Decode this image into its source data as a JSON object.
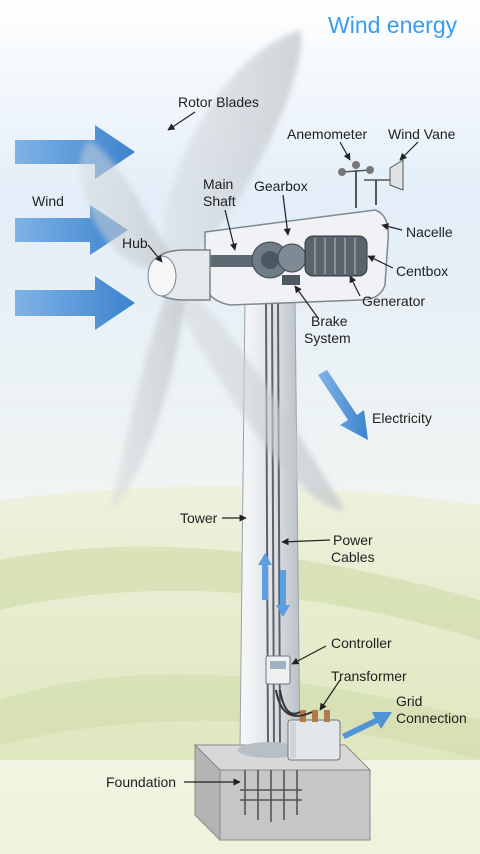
{
  "title": "Wind energy",
  "labels": {
    "rotor_blades": "Rotor Blades",
    "anemometer": "Anemometer",
    "wind_vane": "Wind Vane",
    "wind": "Wind",
    "main_shaft_l1": "Main",
    "main_shaft_l2": "Shaft",
    "gearbox": "Gearbox",
    "hub": "Hub",
    "nacelle": "Nacelle",
    "centbox": "Centbox",
    "generator": "Generator",
    "brake_l1": "Brake",
    "brake_l2": "System",
    "electricity": "Electricity",
    "tower": "Tower",
    "power_cables_l1": "Power",
    "power_cables_l2": "Cables",
    "controller": "Controller",
    "transformer": "Transformer",
    "grid_l1": "Grid",
    "grid_l2": "Connection",
    "foundation": "Foundation"
  },
  "colors": {
    "title": "#3b9cf0",
    "arrow_blue": "#4f94d6",
    "sky": "#cfe3f4",
    "field_green": "#dfe8bf",
    "tower": "#e2e6ea",
    "concrete": "#c9c9c9"
  }
}
